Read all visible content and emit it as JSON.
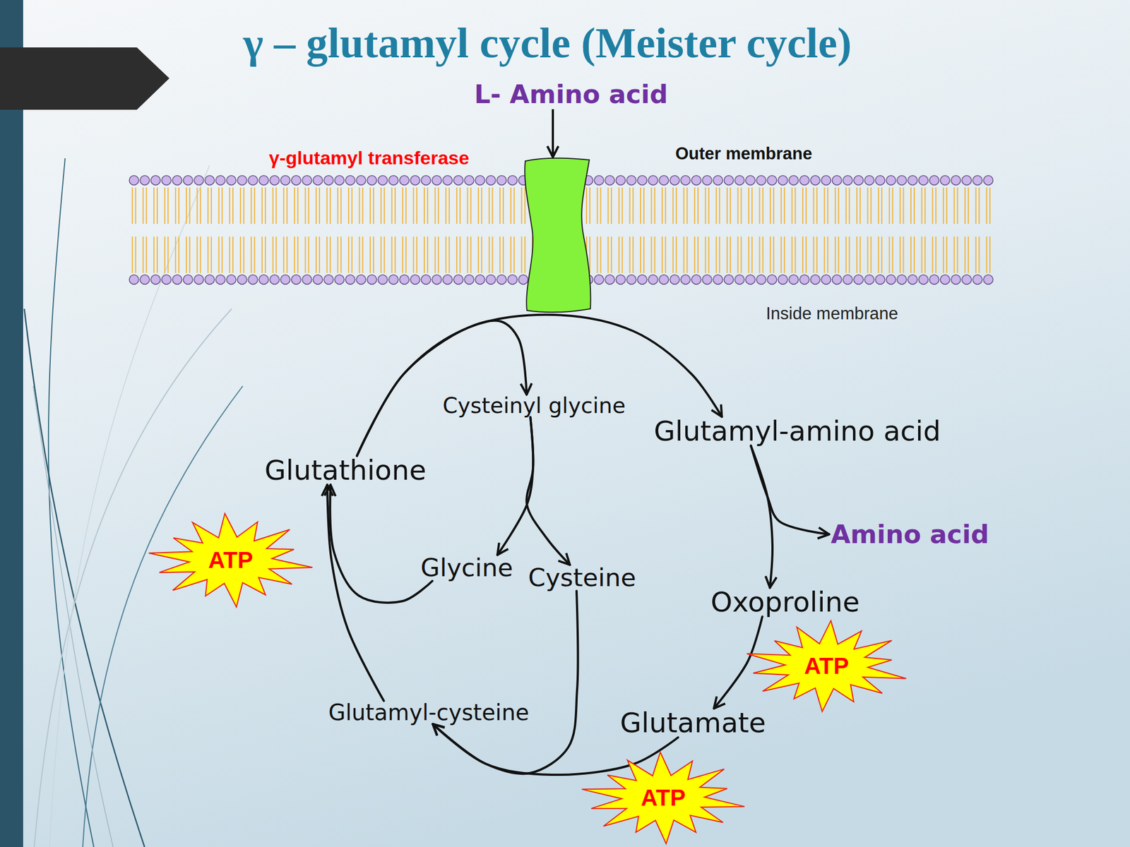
{
  "diagram": {
    "title": "γ – glutamyl cycle (Meister cycle)",
    "nodes": [
      {
        "text": [
          "Cysteinyl glycine"
        ]
      },
      {
        "text": [
          "Glutamyl-amino acid"
        ]
      },
      {
        "text": [
          "Glutathione"
        ]
      },
      {
        "text": [
          "Amino acid"
        ]
      },
      {
        "text": [
          "ATP"
        ]
      },
      {
        "text": [
          "Glycine"
        ]
      },
      {
        "text": [
          "Cysteine"
        ]
      },
      {
        "text": [
          "Oxoproline"
        ]
      },
      {
        "text": [
          "ATP"
        ]
      },
      {
        "text": [
          "Glutamyl-cysteine"
        ]
      },
      {
        "text": [
          "Glutamate"
        ]
      },
      {
        "text": [
          "ATP"
        ]
      }
    ],
    "edges": [
      {
        "from": 2,
        "to": 0,
        "arrow": "to"
      },
      {
        "from": 2,
        "to": 1,
        "arrow": "to"
      },
      {
        "from": 0,
        "to": 5,
        "arrow": "to"
      },
      {
        "from": 0,
        "to": 6,
        "arrow": "to"
      },
      {
        "from": 1,
        "to": 3,
        "arrow": "to"
      },
      {
        "from": 1,
        "to": 7,
        "arrow": "to"
      },
      {
        "from": 7,
        "to": 10,
        "arrow": "to"
      },
      {
        "from": 10,
        "to": 9,
        "arrow": "to"
      },
      {
        "from": 6,
        "to": 9,
        "arrow": "to"
      },
      {
        "from": 5,
        "to": 2,
        "arrow": "to"
      },
      {
        "from": 9,
        "to": 2,
        "arrow": "to"
      }
    ],
    "labels": [
      "L- Amino acid",
      "γ-glutamyl transferase",
      "Outer membrane",
      "Inside membrane"
    ]
  }
}
